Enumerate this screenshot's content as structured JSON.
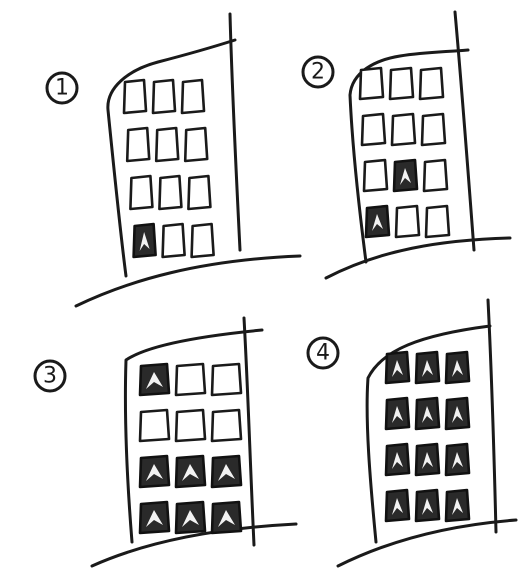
{
  "panels": [
    {
      "label": "1",
      "windows": [
        [
          0,
          0,
          0
        ],
        [
          0,
          0,
          0
        ],
        [
          0,
          0,
          0
        ],
        [
          1,
          0,
          0
        ]
      ]
    },
    {
      "label": "2",
      "windows": [
        [
          0,
          0,
          0
        ],
        [
          0,
          0,
          0
        ],
        [
          0,
          1,
          0
        ],
        [
          1,
          0,
          0
        ]
      ]
    },
    {
      "label": "3",
      "windows": [
        [
          1,
          0,
          0
        ],
        [
          0,
          0,
          0
        ],
        [
          1,
          1,
          1
        ],
        [
          1,
          1,
          1
        ]
      ]
    },
    {
      "label": "4",
      "windows": [
        [
          1,
          1,
          1
        ],
        [
          1,
          1,
          1
        ],
        [
          1,
          1,
          1
        ],
        [
          1,
          1,
          1
        ]
      ]
    }
  ],
  "colors": {
    "ink": "#1a1a1a",
    "paper": "#ffffff",
    "lit_window": "#2a2a2a"
  }
}
